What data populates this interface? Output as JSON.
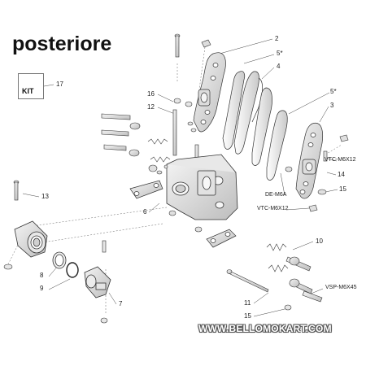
{
  "title": "posteriore",
  "kit_label": "KIT",
  "footer_text": "WWW.BELLOMOKART.COM",
  "callouts": {
    "c2": "2",
    "c5a": "5*",
    "c4": "4",
    "c17": "17",
    "c16": "16",
    "c12": "12",
    "c5b": "5*",
    "c3": "3",
    "vtc1": "VTC-M6X12",
    "c14": "14",
    "c15a": "15",
    "de": "DE-M6A",
    "vtc2": "VTC-M6X12",
    "c13": "13",
    "c6": "6",
    "c10": "10",
    "c8": "8",
    "c9": "9",
    "c7": "7",
    "vsp": "VSP-M6X45",
    "c11": "11",
    "c15b": "15"
  }
}
